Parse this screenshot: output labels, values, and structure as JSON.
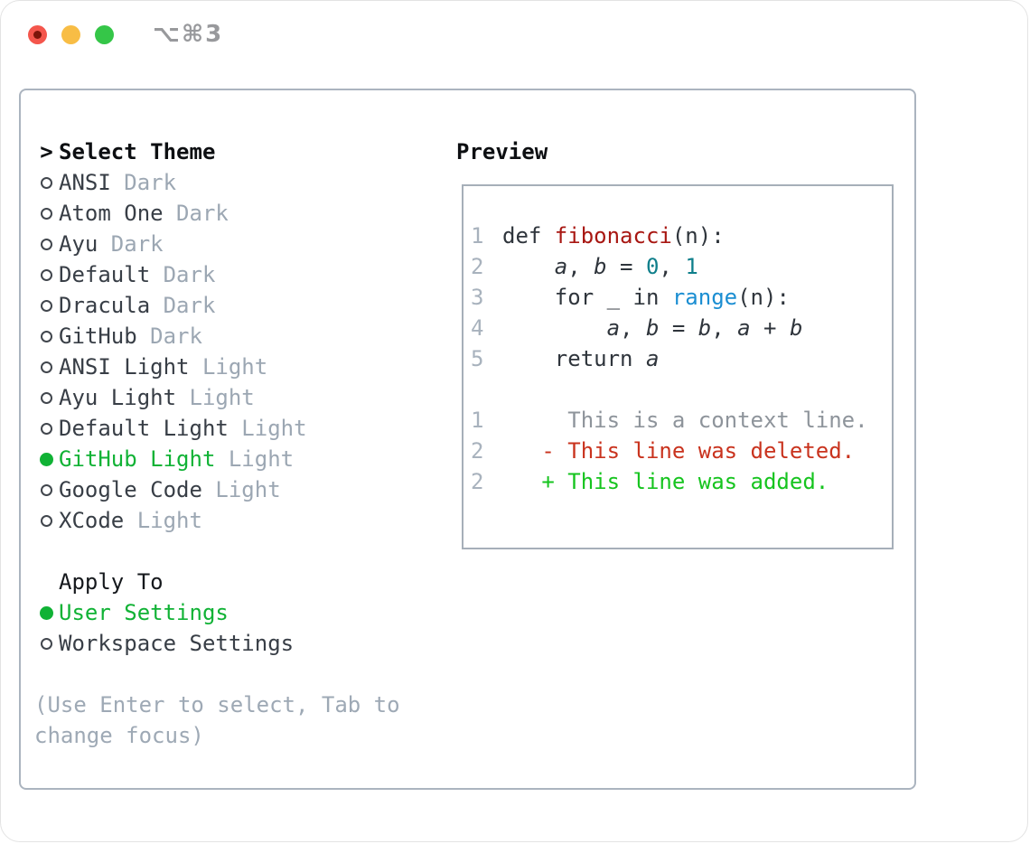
{
  "window": {
    "title": "⌥⌘3"
  },
  "titlebar_buttons": [
    {
      "name": "close-button",
      "color": "#f4564c"
    },
    {
      "name": "minimize-button",
      "color": "#f8bd45"
    },
    {
      "name": "zoom-button",
      "color": "#35c648"
    }
  ],
  "colors": {
    "fg": "#2f353c",
    "function": "#a81712",
    "number": "#0f7f8b",
    "builtin": "#1b8ed2",
    "context": "#8e949b",
    "deleted": "#c9331e",
    "added": "#16c41f",
    "line_number": "#a8b2bd",
    "selected_green": "#10b235",
    "muted": "#9ca7b3",
    "panel_border": "#abb4bf"
  },
  "theme_panel": {
    "header": {
      "prompt": ">",
      "label": "Select Theme"
    },
    "themes": [
      {
        "name": "ANSI",
        "variant": "Dark",
        "selected": false
      },
      {
        "name": "Atom One",
        "variant": "Dark",
        "selected": false
      },
      {
        "name": "Ayu",
        "variant": "Dark",
        "selected": false
      },
      {
        "name": "Default",
        "variant": "Dark",
        "selected": false
      },
      {
        "name": "Dracula",
        "variant": "Dark",
        "selected": false
      },
      {
        "name": "GitHub",
        "variant": "Dark",
        "selected": false
      },
      {
        "name": "ANSI Light",
        "variant": "Light",
        "selected": false
      },
      {
        "name": "Ayu Light",
        "variant": "Light",
        "selected": false
      },
      {
        "name": "Default Light",
        "variant": "Light",
        "selected": false
      },
      {
        "name": "GitHub Light",
        "variant": "Light",
        "selected": true
      },
      {
        "name": "Google Code",
        "variant": "Light",
        "selected": false
      },
      {
        "name": "XCode",
        "variant": "Light",
        "selected": false
      }
    ],
    "apply_to": {
      "label": "Apply To",
      "options": [
        {
          "name": "User Settings",
          "selected": true
        },
        {
          "name": "Workspace Settings",
          "selected": false
        }
      ]
    },
    "hint": "(Use Enter to select, Tab to change focus)"
  },
  "preview": {
    "title": "Preview",
    "code_lines": [
      {
        "num": "1",
        "tokens": [
          {
            "t": "def ",
            "c": "fg"
          },
          {
            "t": "fibonacci",
            "c": "function"
          },
          {
            "t": "(n):",
            "c": "fg"
          }
        ]
      },
      {
        "num": "2",
        "tokens": [
          {
            "t": "    ",
            "c": "fg"
          },
          {
            "t": "a",
            "c": "fg",
            "i": true
          },
          {
            "t": ", ",
            "c": "fg"
          },
          {
            "t": "b",
            "c": "fg",
            "i": true
          },
          {
            "t": " = ",
            "c": "fg"
          },
          {
            "t": "0",
            "c": "number"
          },
          {
            "t": ", ",
            "c": "fg"
          },
          {
            "t": "1",
            "c": "number"
          }
        ]
      },
      {
        "num": "3",
        "tokens": [
          {
            "t": "    for _ in ",
            "c": "fg"
          },
          {
            "t": "range",
            "c": "builtin"
          },
          {
            "t": "(n):",
            "c": "fg"
          }
        ]
      },
      {
        "num": "4",
        "tokens": [
          {
            "t": "        ",
            "c": "fg"
          },
          {
            "t": "a",
            "c": "fg",
            "i": true
          },
          {
            "t": ", ",
            "c": "fg"
          },
          {
            "t": "b",
            "c": "fg",
            "i": true
          },
          {
            "t": " = ",
            "c": "fg"
          },
          {
            "t": "b",
            "c": "fg",
            "i": true
          },
          {
            "t": ", ",
            "c": "fg"
          },
          {
            "t": "a",
            "c": "fg",
            "i": true
          },
          {
            "t": " + ",
            "c": "fg"
          },
          {
            "t": "b",
            "c": "fg",
            "i": true
          }
        ]
      },
      {
        "num": "5",
        "tokens": [
          {
            "t": "    return ",
            "c": "fg"
          },
          {
            "t": "a",
            "c": "fg",
            "i": true
          }
        ]
      },
      {
        "num": "",
        "tokens": []
      },
      {
        "num": "1",
        "tokens": [
          {
            "t": "     This is a context line.",
            "c": "context"
          }
        ]
      },
      {
        "num": "2",
        "tokens": [
          {
            "t": "   - This line was deleted.",
            "c": "deleted"
          }
        ]
      },
      {
        "num": "2",
        "tokens": [
          {
            "t": "   + This line was added.",
            "c": "added"
          }
        ]
      }
    ]
  }
}
